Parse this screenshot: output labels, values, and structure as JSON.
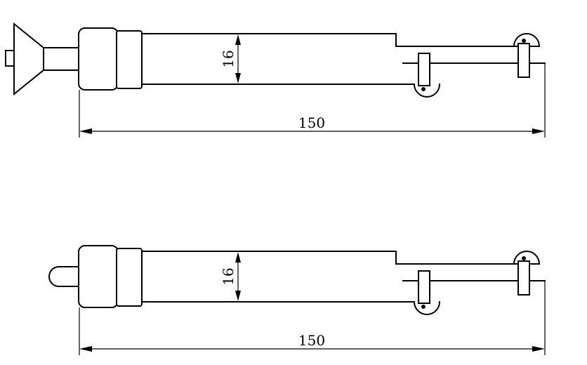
{
  "figures": [
    {
      "id": "top-assembly",
      "variant": "with-suction-cup",
      "diameter_label": "16",
      "length_label": "150"
    },
    {
      "id": "bottom-assembly",
      "variant": "with-round-knob",
      "diameter_label": "16",
      "length_label": "150"
    }
  ]
}
